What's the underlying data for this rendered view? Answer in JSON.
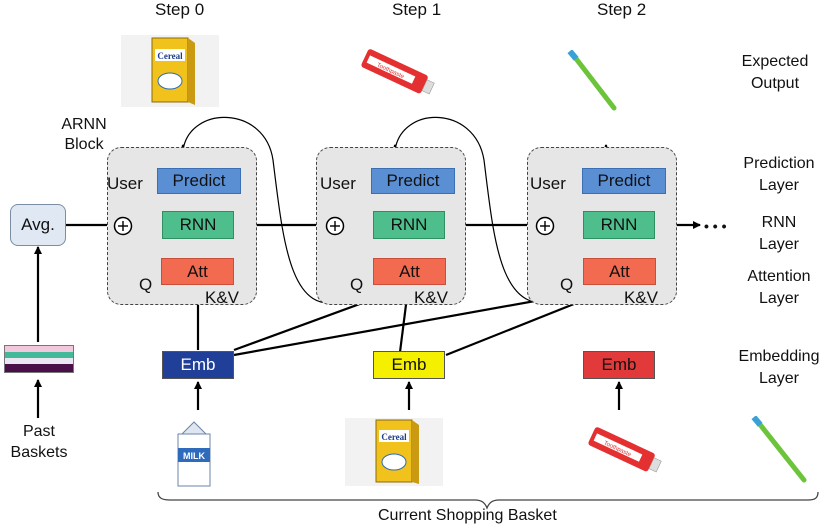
{
  "steps": [
    "Step 0",
    "Step 1",
    "Step 2"
  ],
  "layers": {
    "expected_output": [
      "Expected",
      "Output"
    ],
    "prediction": [
      "Prediction",
      "Layer"
    ],
    "rnn": [
      "RNN",
      "Layer"
    ],
    "attention": [
      "Attention",
      "Layer"
    ],
    "embedding": [
      "Embedding",
      "Layer"
    ]
  },
  "arnn_block": [
    "ARNN",
    "Block"
  ],
  "blocks": [
    {
      "user": "User",
      "predict": "Predict",
      "rnn": "RNN",
      "att": "Att",
      "q": "Q",
      "kv": "K&V"
    },
    {
      "user": "User",
      "predict": "Predict",
      "rnn": "RNN",
      "att": "Att",
      "q": "Q",
      "kv": "K&V"
    },
    {
      "user": "User",
      "predict": "Predict",
      "rnn": "RNN",
      "att": "Att",
      "q": "Q",
      "kv": "K&V"
    }
  ],
  "avg_label": "Avg.",
  "emb": [
    {
      "label": "Emb",
      "color": "#1f3f99",
      "text_color": "#ffffff"
    },
    {
      "label": "Emb",
      "color": "#f5f000",
      "text_color": "#111111"
    },
    {
      "label": "Emb",
      "color": "#e23a3a",
      "text_color": "#111111"
    }
  ],
  "past_baskets": [
    "Past",
    "Baskets"
  ],
  "current_basket": "Current Shopping Basket",
  "ellipsis": "• • •",
  "product_text": {
    "cereal": "Cereal",
    "toothpaste": "Toothpaste",
    "milk": "MILK"
  },
  "icons": {
    "expected": [
      "cereal-box-icon",
      "toothpaste-icon",
      "toothbrush-icon"
    ],
    "inputs": [
      "milk-carton-icon",
      "cereal-box-icon",
      "toothpaste-icon",
      "toothbrush-icon"
    ]
  },
  "colors": {
    "predict": "#5b8fd4",
    "rnn": "#4ebf8c",
    "att": "#f26b50",
    "block_bg": "#e6e6e6",
    "avg_bg": "#dfe8f3"
  }
}
